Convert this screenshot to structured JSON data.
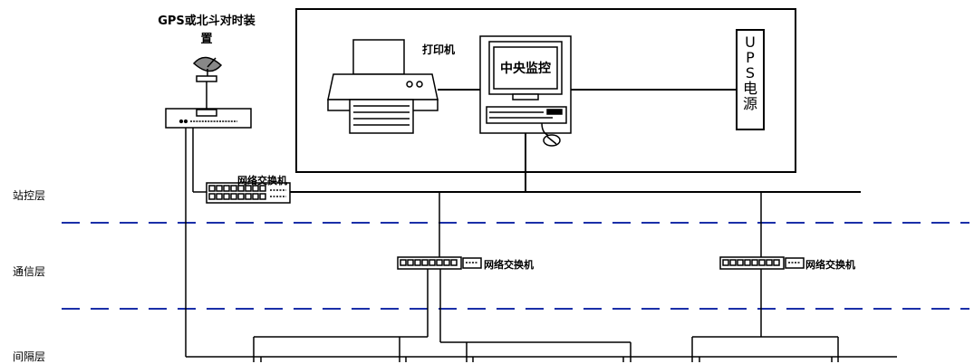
{
  "layers": {
    "station": "站控层",
    "comm": "通信层",
    "bay": "间隔层"
  },
  "gps": {
    "label": "GPS或北斗对时装置"
  },
  "printer": {
    "label": "打印机"
  },
  "monitor": {
    "screen_text": "中央监控"
  },
  "ups": {
    "chars": [
      "U",
      "P",
      "S",
      "电",
      "源"
    ]
  },
  "switches": {
    "station": "网络交换机",
    "comm_left": "网络交换机",
    "comm_right": "网络交换机"
  },
  "colors": {
    "dashed": "#1a2fa8",
    "line": "#000000"
  }
}
